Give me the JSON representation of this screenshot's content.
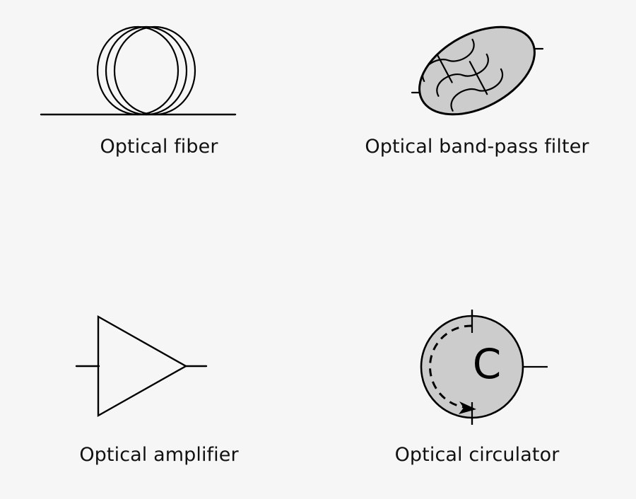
{
  "figure": {
    "background_color": "#f6f6f6",
    "stroke_color": "#000000",
    "fill_color": "#cccccc",
    "kind": "optical-component-symbol-sheet"
  },
  "symbols": [
    {
      "id": "optical-fiber",
      "label": "Optical fiber",
      "glyph": "three-overlapping-loops-on-line",
      "fill": "none",
      "stroke": "#000000"
    },
    {
      "id": "optical-band-pass-filter",
      "label": "Optical band-pass filter",
      "glyph": "tilted-filled-ellipse-with-wavy-lines",
      "fill": "#cccccc",
      "stroke": "#000000"
    },
    {
      "id": "optical-amplifier",
      "label": "Optical amplifier",
      "glyph": "right-pointing-triangle",
      "fill": "none",
      "stroke": "#000000"
    },
    {
      "id": "optical-circulator",
      "label": "Optical circulator",
      "glyph": "filled-circle-with-dashed-arrow",
      "fill": "#cccccc",
      "stroke": "#000000",
      "inner_text": "C"
    }
  ]
}
